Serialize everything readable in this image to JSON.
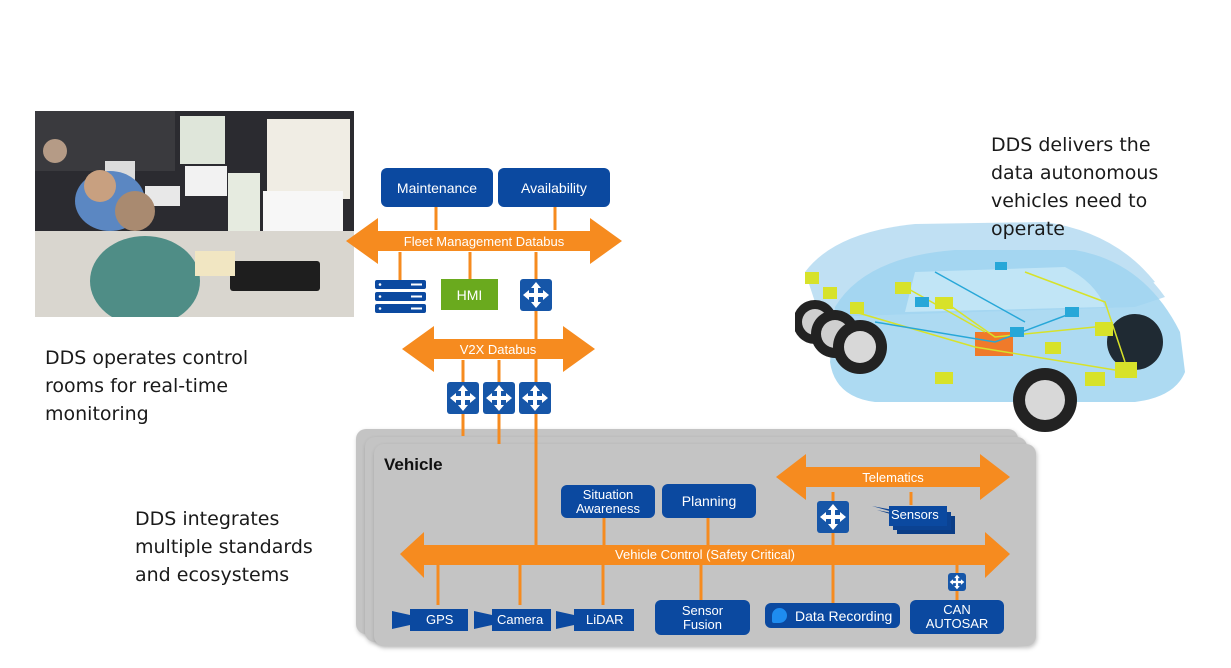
{
  "captions": {
    "control_rooms": "DDS operates control\nrooms for real-time\nmonitoring",
    "integrates": "DDS integrates\nmultiple standards\nand ecosystems",
    "autonomous": "DDS delivers the\ndata autonomous\nvehicles need to\noperate"
  },
  "fleet": {
    "bus_label": "Fleet Management Databus",
    "maintenance": "Maintenance",
    "availability": "Availability",
    "hmi": "HMI"
  },
  "v2x": {
    "bus_label": "V2X Databus"
  },
  "vehicle": {
    "title": "Vehicle",
    "control_bus_label": "Vehicle Control (Safety Critical)",
    "telematics_bus_label": "Telematics",
    "situation_awareness": "Situation\nAwareness",
    "planning": "Planning",
    "sensors": "Sensors",
    "gps": "GPS",
    "camera": "Camera",
    "lidar": "LiDAR",
    "sensor_fusion": "Sensor\nFusion",
    "data_recording": "Data Recording",
    "can_autosar": "CAN\nAUTOSAR"
  },
  "images": {
    "control_room": "control-room-photo",
    "car": "autonomous-car-illustration"
  },
  "colors": {
    "bus_orange": "#f68b1f",
    "box_blue": "#0b49a0",
    "hmi_green": "#6aaa1e",
    "panel_gray": "#c4c4c4"
  }
}
